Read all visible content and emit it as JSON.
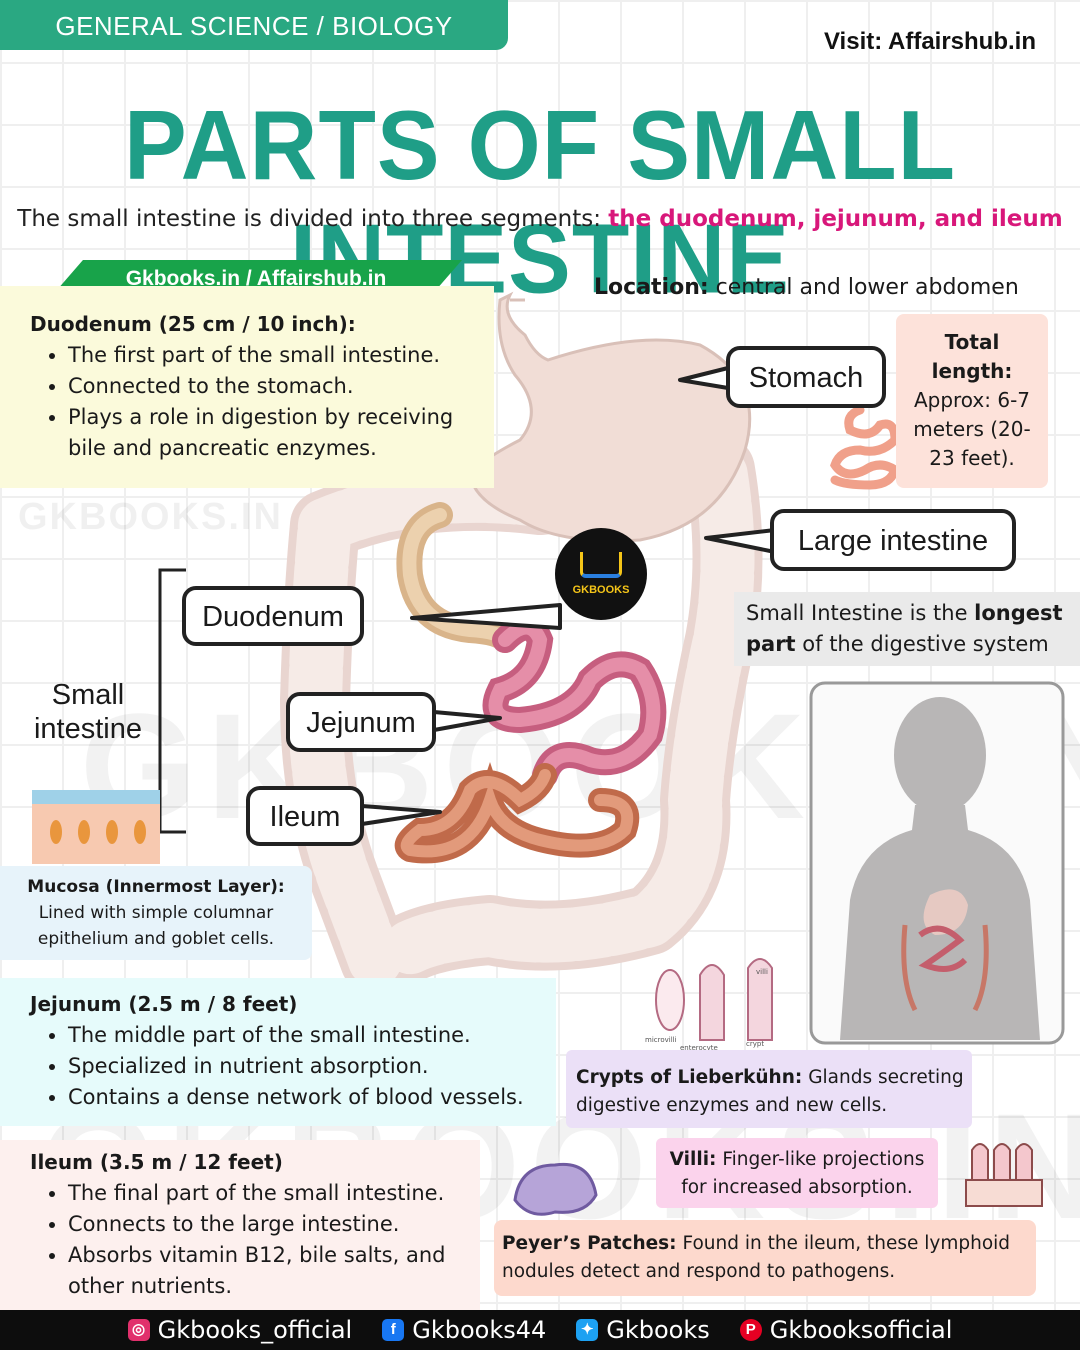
{
  "header": {
    "category": "GENERAL SCIENCE / BIOLOGY",
    "visit": "Visit: Affairshub.in",
    "title": "PARTS OF SMALL INTESTINE",
    "subtitle_prefix": "The small intestine is divided into three segments: ",
    "subtitle_highlight": "the duodenum, jejunum, and ileum"
  },
  "tag": "Gkbooks.in / Affairshub.in",
  "watermark": "GKBOOKS.IN",
  "location": {
    "label": "Location:",
    "text": " central and lower abdomen"
  },
  "duodenum": {
    "heading": "Duodenum (25 cm / 10 inch):",
    "points": [
      "The first part of the small intestine.",
      "Connected to the stomach.",
      "Plays a role in digestion by receiving bile and pancreatic enzymes."
    ]
  },
  "jejunum": {
    "heading": "Jejunum (2.5 m / 8 feet)",
    "points": [
      "The middle part of the small intestine.",
      "Specialized in nutrient absorption.",
      "Contains a dense network of blood vessels."
    ]
  },
  "ileum": {
    "heading": "Ileum (3.5 m / 12 feet)",
    "points": [
      "The final part of the small intestine.",
      "Connects to the large intestine.",
      "Absorbs vitamin B12, bile salts, and other nutrients."
    ]
  },
  "total_length": {
    "label": "Total length:",
    "text": "Approx: 6-7 meters (20-23 feet)."
  },
  "longest": {
    "prefix": "Small Intestine is the ",
    "bold": "longest part",
    "suffix": " of the digestive system"
  },
  "callouts": {
    "stomach": "Stomach",
    "large_intestine": "Large intestine",
    "duodenum": "Duodenum",
    "jejunum": "Jejunum",
    "ileum": "Ileum",
    "small_intestine": "Small intestine"
  },
  "logo_text": "GKBOOKS",
  "mucosa": {
    "label": "Mucosa (Innermost Layer):",
    "text": "Lined with simple columnar epithelium and goblet cells."
  },
  "crypts": {
    "label": "Crypts of Lieberkühn:",
    "text": " Glands secreting digestive enzymes and new cells."
  },
  "villi": {
    "label": "Villi:",
    "text": " Finger-like projections for increased absorption."
  },
  "peyer": {
    "label": "Peyer’s Patches:",
    "text": " Found in the ileum, these lymphoid nodules detect and respond to pathogens."
  },
  "villi_diagram_labels": [
    "villi",
    "microvilli",
    "enterocyte",
    "crypt"
  ],
  "footer": [
    {
      "icon": "instagram-icon",
      "text": "Gkbooks_official",
      "color": "#e1306c"
    },
    {
      "icon": "facebook-icon",
      "text": "Gkbooks44",
      "color": "#1877f2"
    },
    {
      "icon": "twitter-icon",
      "text": "Gkbooks",
      "color": "#1da1f2"
    },
    {
      "icon": "pinterest-icon",
      "text": "Gkbooksofficial",
      "color": "#e60023"
    }
  ],
  "colors": {
    "accent": "#1f9e87",
    "highlight": "#d8177a",
    "tag_green": "#18a34a"
  }
}
